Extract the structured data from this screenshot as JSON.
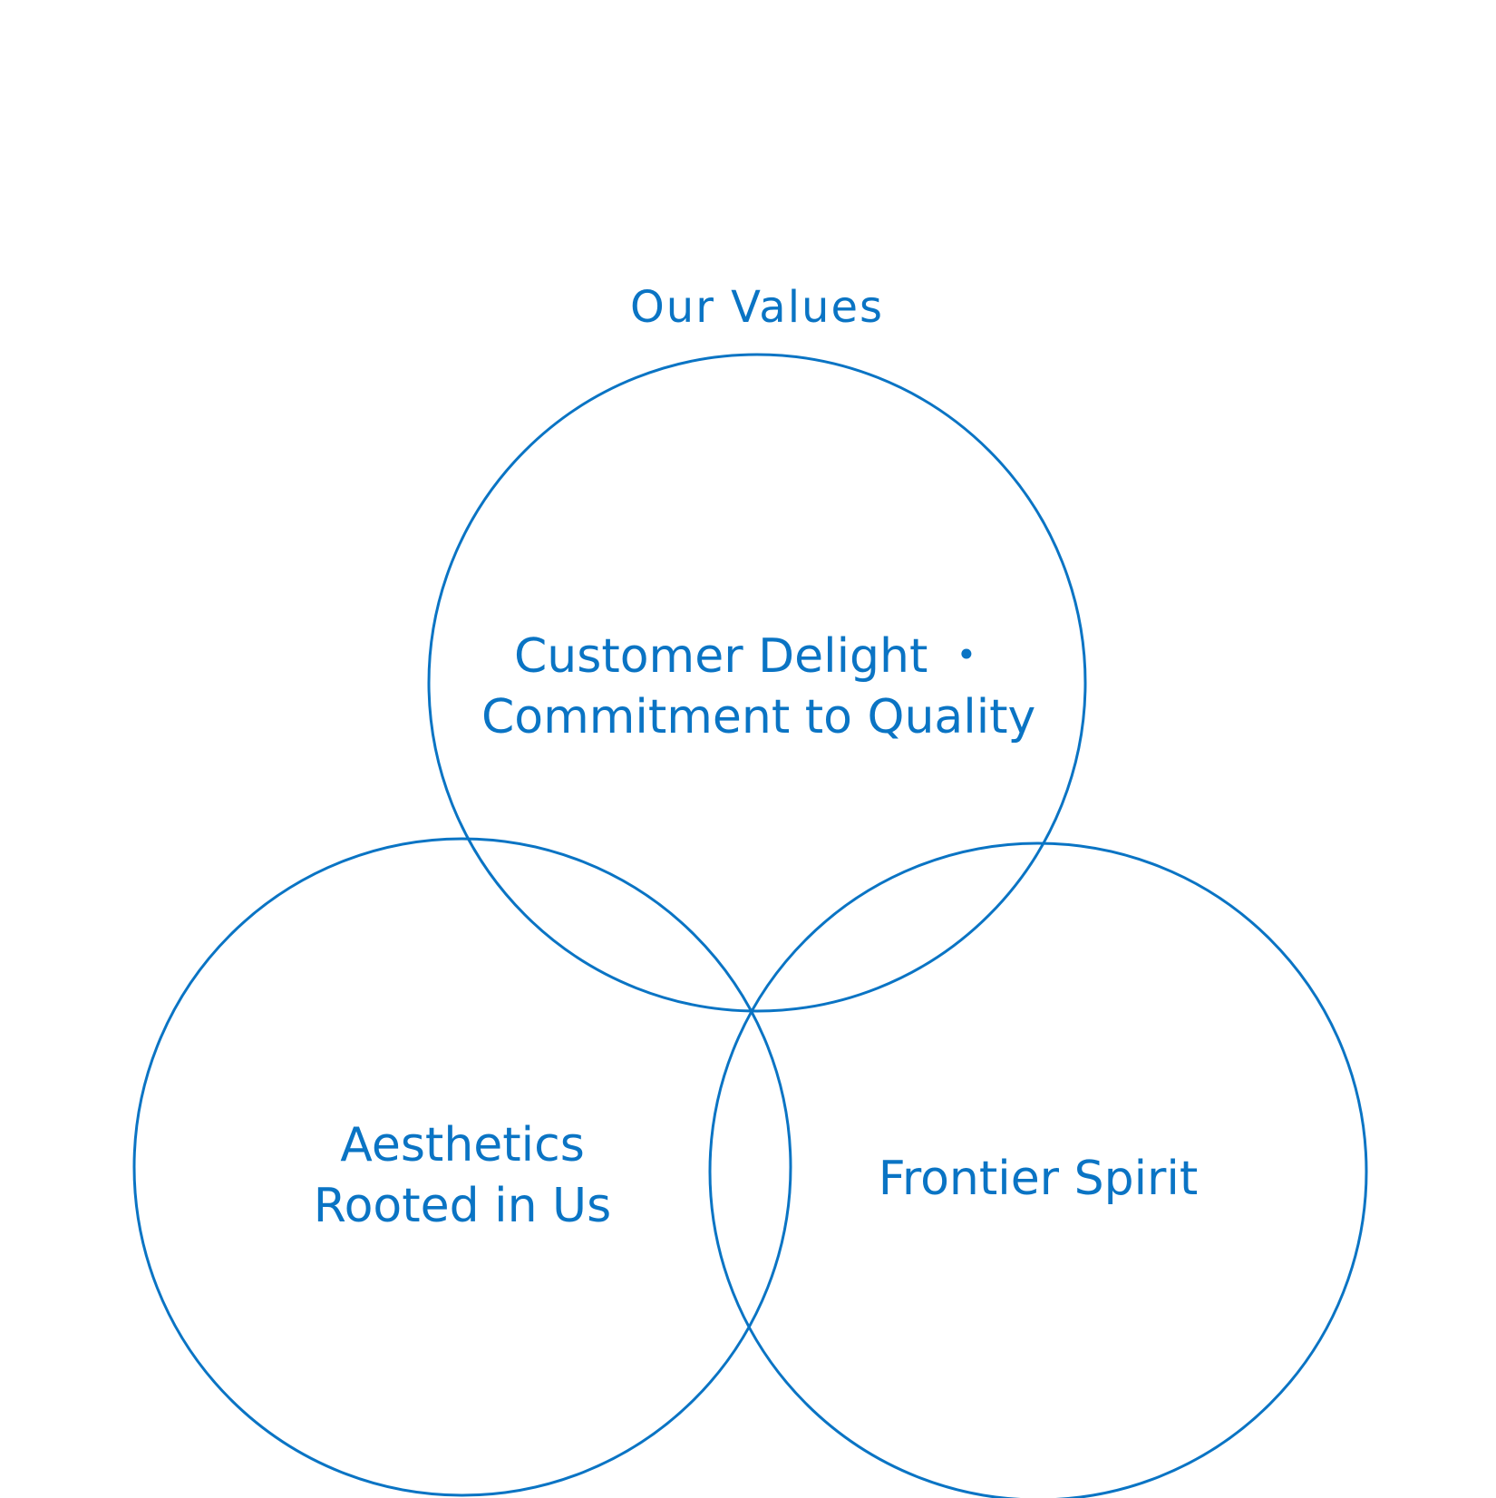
{
  "title": "Our Values",
  "colors": {
    "accent": "#0a74c4",
    "background": "#ffffff"
  },
  "values": [
    {
      "line1": "Customer Delight  ・",
      "line2": "Commitment to Quality"
    },
    {
      "line1": "Aesthetics",
      "line2": "Rooted in Us"
    },
    {
      "line1": "Frontier Spirit",
      "line2": ""
    }
  ]
}
